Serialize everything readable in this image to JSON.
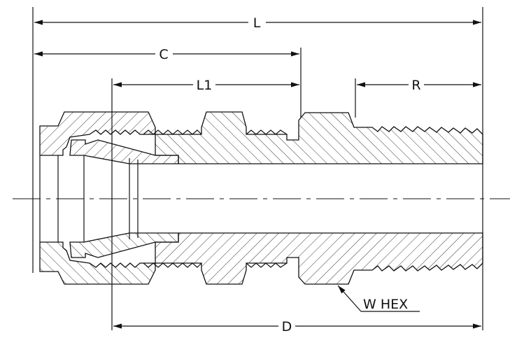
{
  "drawing": {
    "dimensions": {
      "overall_length": "L",
      "C": "C",
      "L1": "L1",
      "thread_length": "R",
      "D": "D"
    },
    "callout": "W HEX",
    "line_color": "#111111",
    "background": "#ffffff"
  }
}
